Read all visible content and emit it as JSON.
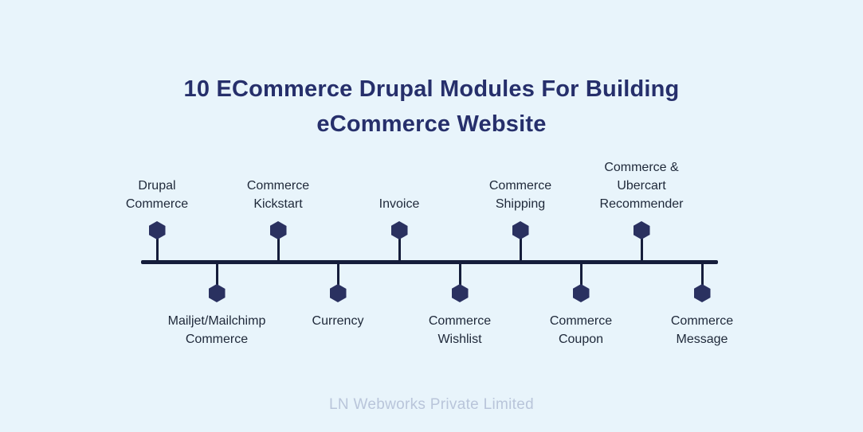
{
  "title": {
    "line1": "10 ECommerce Drupal Modules For Building",
    "line2": "eCommerce Website"
  },
  "timeline": {
    "top_modules": [
      {
        "line1": "Drupal",
        "line2": "Commerce"
      },
      {
        "line1": "Commerce",
        "line2": "Kickstart"
      },
      {
        "line1": "Invoice"
      },
      {
        "line1": "Commerce",
        "line2": "Shipping"
      },
      {
        "line1": "Commerce &",
        "line2": "Ubercart",
        "line3": "Recommender"
      }
    ],
    "bottom_modules": [
      {
        "line1": "Mailjet/Mailchimp",
        "line2": "Commerce"
      },
      {
        "line1": "Currency"
      },
      {
        "line1": "Commerce",
        "line2": "Wishlist"
      },
      {
        "line1": "Commerce",
        "line2": "Coupon"
      },
      {
        "line1": "Commerce",
        "line2": "Message"
      }
    ]
  },
  "footer": {
    "text": "LN Webworks Private Limited"
  },
  "colors": {
    "background": "#e8f4fb",
    "title": "#262f6b",
    "label": "#1e2839",
    "line": "#151d3b",
    "hexagon": "#2a3160",
    "footer": "#b9c5da"
  }
}
